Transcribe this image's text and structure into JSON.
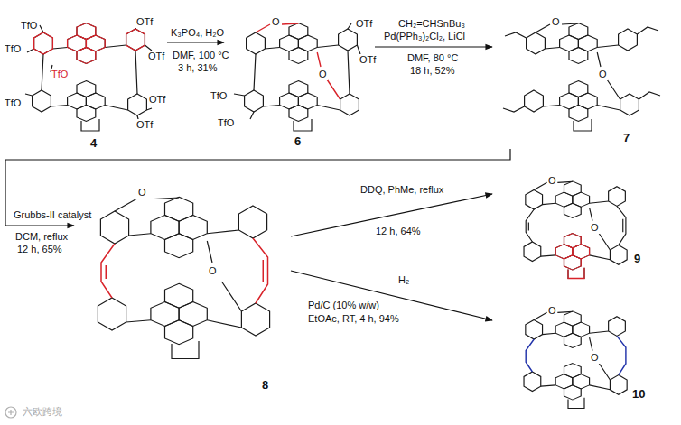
{
  "diagram": {
    "nodes": [
      {
        "text": [
          "4"
        ]
      },
      {
        "text": [
          "6"
        ]
      },
      {
        "text": [
          "7"
        ]
      },
      {
        "text": [
          "8"
        ]
      },
      {
        "text": [
          "9"
        ]
      },
      {
        "text": [
          "10"
        ]
      }
    ],
    "edges": [
      {
        "from": 0,
        "to": 1,
        "arrow": "to",
        "label": "K₃PO₄, H₂O"
      },
      {
        "from": 1,
        "to": 2,
        "arrow": "to",
        "label": "CH₂=CHSnBu₃"
      },
      {
        "from": 2,
        "to": 3,
        "arrow": "to",
        "label": "Grubbs-II catalyst"
      },
      {
        "from": 3,
        "to": 4,
        "arrow": "to",
        "label": "DDQ, PhMe, reflux"
      },
      {
        "from": 3,
        "to": 5,
        "arrow": "to",
        "label": "H₂"
      }
    ],
    "labels": [
      "DMF, 100 °C",
      "3 h, 31%",
      "Pd(PPh₃)₂Cl₂, LiCl",
      "DMF, 80 °C",
      "18 h, 52%",
      "DCM, reflux",
      "12 h, 65%",
      "12 h, 64%",
      "Pd/C (10% w/w)",
      "EtOAc, RT, 4 h, 94%",
      "TfO",
      "OTf",
      "OTf",
      "TfO",
      "TfO",
      "TfO",
      "OTf",
      "OTf",
      "OTf",
      "OTf",
      "TfO",
      "TfO",
      "O",
      "O",
      "O",
      "O",
      "O",
      "O",
      "O",
      "O",
      "O",
      "O",
      "六欧跨境"
    ]
  }
}
